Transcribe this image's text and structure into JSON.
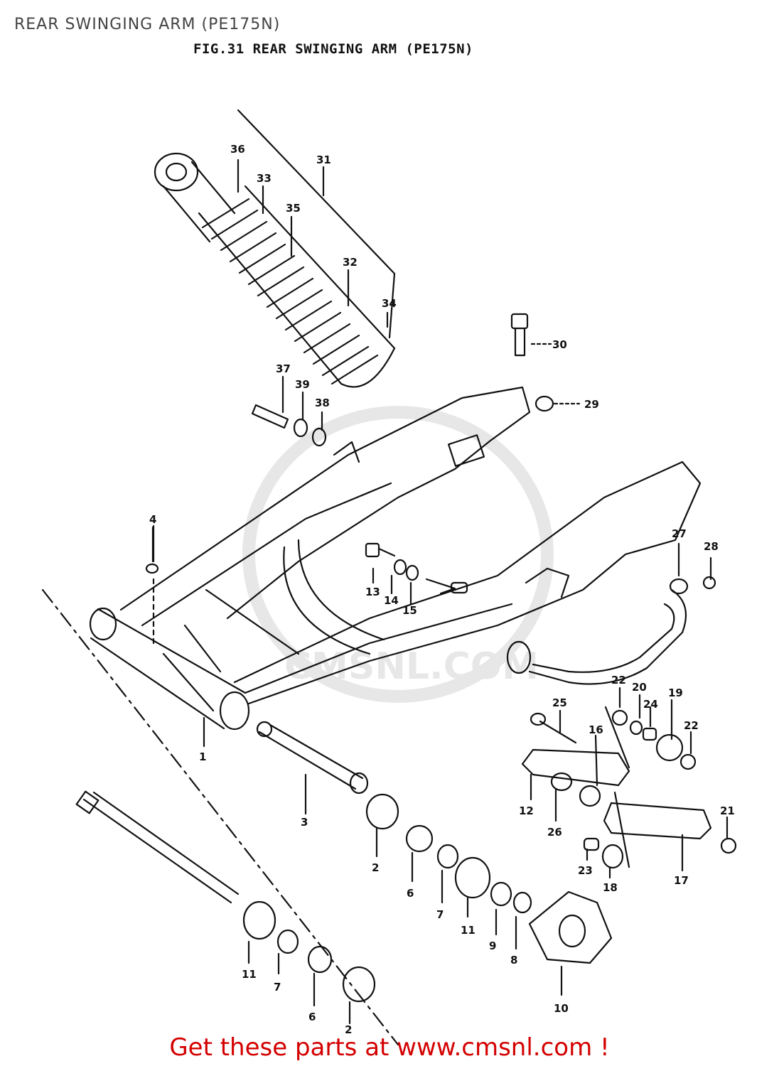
{
  "page": {
    "title": "REAR SWINGING ARM (PE175N)",
    "figure_title": "FIG.31  REAR SWINGING ARM  (PE175N)",
    "watermark": "CMSNL.COM",
    "footer_link": "Get these parts at www.cmsnl.com !"
  },
  "colors": {
    "line": "#111111",
    "footer": "#d40000",
    "title": "#444444",
    "watermark": "#cccccc"
  },
  "callouts": [
    "36",
    "33",
    "31",
    "35",
    "32",
    "34",
    "30",
    "37",
    "39",
    "38",
    "29",
    "4",
    "27",
    "28",
    "13",
    "14",
    "15",
    "22",
    "20",
    "19",
    "24",
    "22",
    "25",
    "16",
    "12",
    "26",
    "21",
    "23",
    "18",
    "17",
    "3",
    "2",
    "6",
    "7",
    "11",
    "9",
    "8",
    "10",
    "11",
    "7",
    "6",
    "2",
    "1"
  ]
}
